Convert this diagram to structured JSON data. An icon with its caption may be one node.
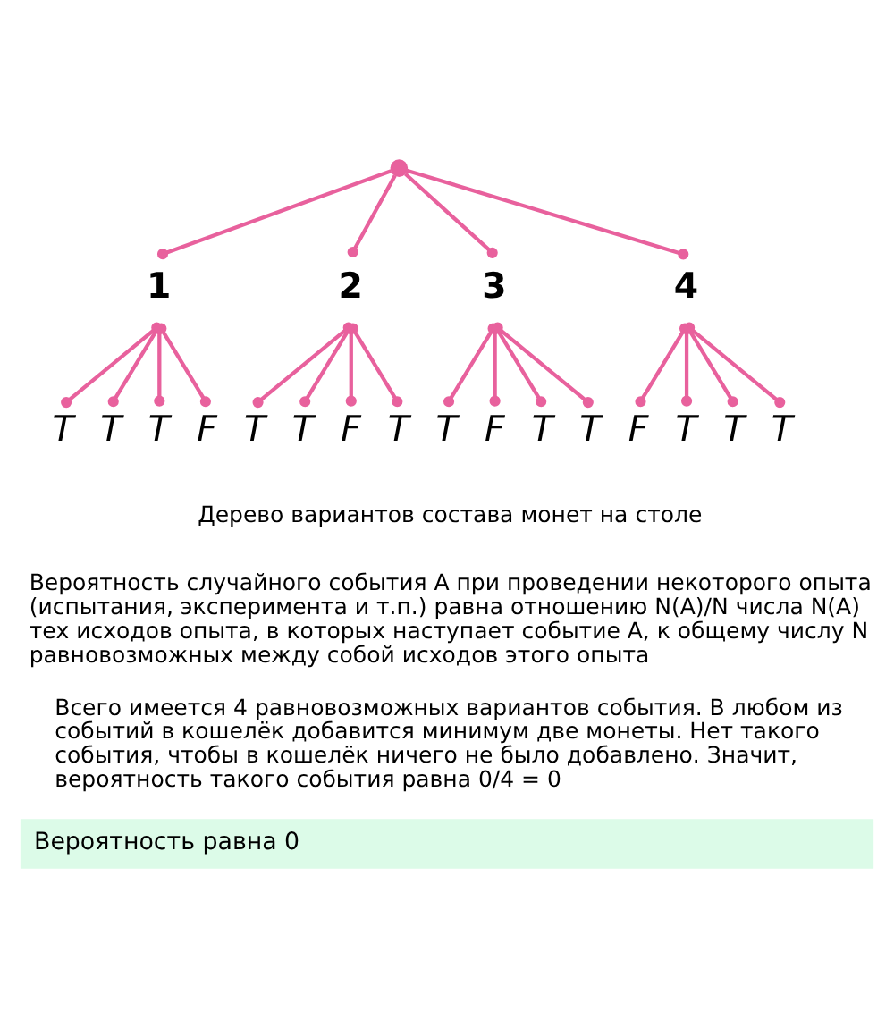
{
  "diagram": {
    "nodes": [
      {
        "text": [],
        "shape": "circle"
      },
      {
        "text": [
          "1"
        ]
      },
      {
        "text": [
          "2"
        ]
      },
      {
        "text": [
          "3"
        ]
      },
      {
        "text": [
          "4"
        ]
      },
      {
        "text": [
          "T"
        ]
      },
      {
        "text": [
          "T"
        ]
      },
      {
        "text": [
          "T"
        ]
      },
      {
        "text": [
          "F"
        ]
      },
      {
        "text": [
          "T"
        ]
      },
      {
        "text": [
          "T"
        ]
      },
      {
        "text": [
          "F"
        ]
      },
      {
        "text": [
          "T"
        ]
      },
      {
        "text": [
          "T"
        ]
      },
      {
        "text": [
          "F"
        ]
      },
      {
        "text": [
          "T"
        ]
      },
      {
        "text": [
          "T"
        ]
      },
      {
        "text": [
          "F"
        ]
      },
      {
        "text": [
          "T"
        ]
      },
      {
        "text": [
          "T"
        ]
      },
      {
        "text": [
          "T"
        ]
      },
      {
        "text": [
          "Вероятность равна 0"
        ]
      }
    ],
    "edges": [
      {
        "from": 0,
        "to": 1,
        "arrow": "other"
      },
      {
        "from": 0,
        "to": 2,
        "arrow": "other"
      },
      {
        "from": 0,
        "to": 3,
        "arrow": "other"
      },
      {
        "from": 0,
        "to": 4,
        "arrow": "other"
      },
      {
        "from": 1,
        "to": 5,
        "arrow": "other"
      },
      {
        "from": 1,
        "to": 6,
        "arrow": "other"
      },
      {
        "from": 1,
        "to": 7,
        "arrow": "other"
      },
      {
        "from": 1,
        "to": 8,
        "arrow": "other"
      },
      {
        "from": 2,
        "to": 9,
        "arrow": "other"
      },
      {
        "from": 2,
        "to": 10,
        "arrow": "other"
      },
      {
        "from": 2,
        "to": 11,
        "arrow": "other"
      },
      {
        "from": 2,
        "to": 12,
        "arrow": "other"
      },
      {
        "from": 3,
        "to": 13,
        "arrow": "other"
      },
      {
        "from": 3,
        "to": 14,
        "arrow": "other"
      },
      {
        "from": 3,
        "to": 15,
        "arrow": "other"
      },
      {
        "from": 3,
        "to": 16,
        "arrow": "other"
      },
      {
        "from": 4,
        "to": 17,
        "arrow": "other"
      },
      {
        "from": 4,
        "to": 18,
        "arrow": "other"
      },
      {
        "from": 4,
        "to": 19,
        "arrow": "other"
      },
      {
        "from": 4,
        "to": 20,
        "arrow": "other"
      }
    ],
    "labels": [
      "Дерево вариантов состава монет на столе",
      "Вероятность случайного события A при проведении некоторого опыта (испытания, эксперимента и т.п.) равна отношению N(A)/N числа N(A) тех исходов опыта, в которых наступает событие A, к общему числу N равновозможных между собой исходов этого опыта",
      "Всего имеется 4 равновозможных вариантов события. В любом из событий в кошелёк добавится минимум две монеты. Нет такого события, чтобы в кошелёк ничего не было добавлено. Значит, вероятность такого события равна 0/4 = 0"
    ]
  }
}
